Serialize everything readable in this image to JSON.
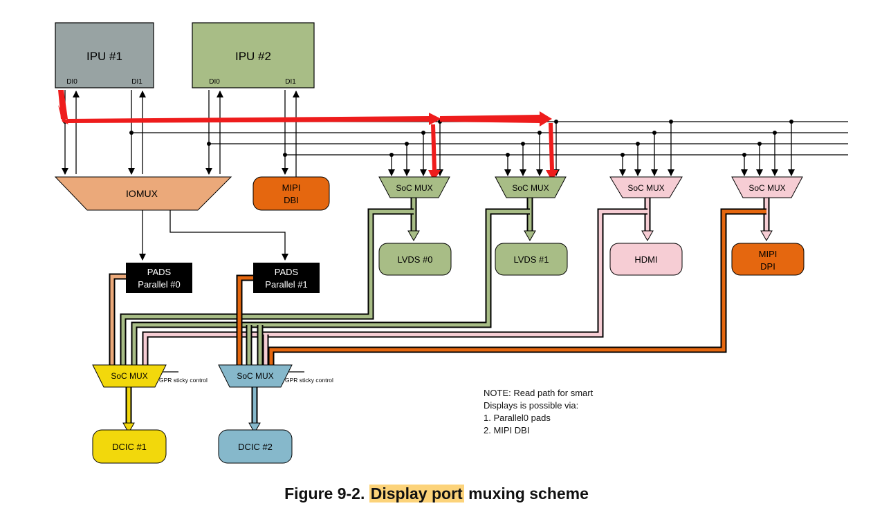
{
  "blocks": {
    "ipu1": {
      "label": "IPU #1",
      "port0": "DI0",
      "port1": "DI1",
      "color": "#98a3a3"
    },
    "ipu2": {
      "label": "IPU #2",
      "port0": "DI0",
      "port1": "DI1",
      "color": "#a8bd86"
    },
    "iomux": {
      "label": "IOMUX",
      "color": "#eba97a"
    },
    "mipi_dbi": {
      "label_line1": "MIPI",
      "label_line2": "DBI",
      "color": "#e5670f"
    },
    "soc_mux_label": "SoC MUX",
    "lvds0": {
      "label": "LVDS #0",
      "color": "#a8bd86"
    },
    "lvds1": {
      "label": "LVDS #1",
      "color": "#a8bd86"
    },
    "hdmi": {
      "label": "HDMI",
      "color": "#f6cdd4"
    },
    "mipi_dpi": {
      "label_line1": "MIPI",
      "label_line2": "DPI",
      "color": "#e5670f"
    },
    "pads0": {
      "label_line1": "PADS",
      "label_line2": "Parallel #0"
    },
    "pads1": {
      "label_line1": "PADS",
      "label_line2": "Parallel #1"
    },
    "gpr_label": "GPR sticky control",
    "dcic1": {
      "label": "DCIC #1",
      "color": "#f2d80c"
    },
    "dcic2": {
      "label": "DCIC #2",
      "color": "#86b8cb"
    }
  },
  "note": {
    "line1": "NOTE: Read path for smart",
    "line2": "Displays is possible via:",
    "item1": "1.   Parallel0 pads",
    "item2": "2.   MIPI DBI"
  },
  "caption": {
    "prefix": "Figure 9-2. ",
    "highlight": "Display port",
    "suffix": " muxing scheme"
  },
  "colors": {
    "highlight": "#fcd37a",
    "red_arrow": "#ee1c1c",
    "green_bus": "#a8bd86",
    "pink_bus": "#f6cdd4",
    "orange_bus": "#e5670f",
    "tan_bus": "#eba97a",
    "yellow_bus": "#f2d80c",
    "blue_bus": "#86b8cb"
  }
}
